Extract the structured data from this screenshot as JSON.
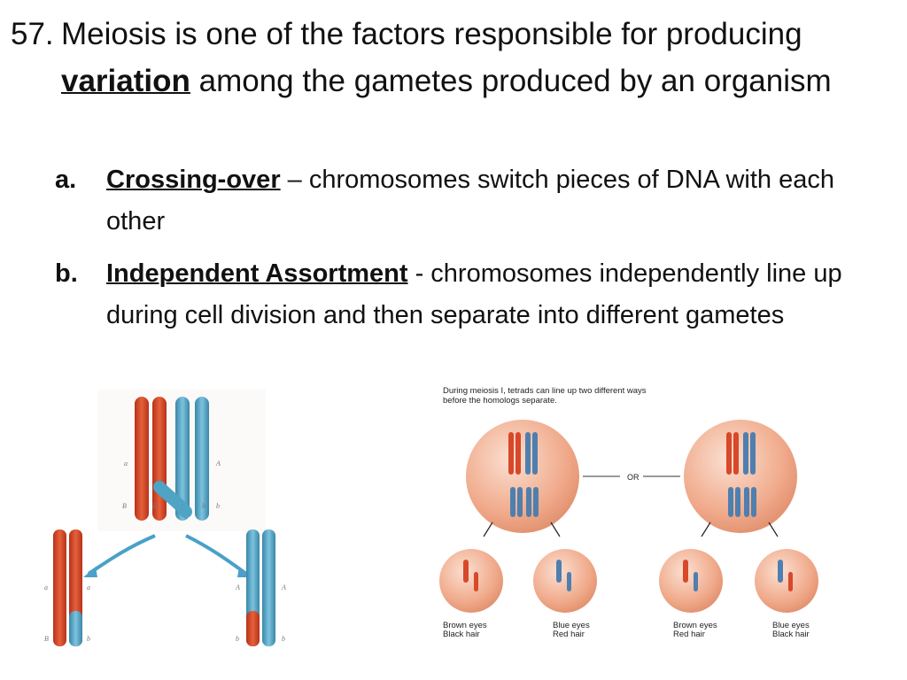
{
  "question": {
    "number": "57.",
    "text_before": "Meiosis is one of the factors responsible for producing ",
    "keyword": "variation",
    "text_after": " among the gametes produced by an organism"
  },
  "items": [
    {
      "marker": "a.",
      "term": "Crossing-over",
      "sep": " – ",
      "desc": "chromosomes switch pieces of DNA with each other"
    },
    {
      "marker": "b.",
      "term": "Independent Assortment",
      "sep": " - ",
      "desc": "chromosomes independently line up during cell division and then separate into different gametes"
    }
  ],
  "left_figure": {
    "labels": [
      "a",
      "A",
      "B",
      "B",
      "b",
      "b",
      "a",
      "a",
      "B",
      "b",
      "A",
      "A",
      "b",
      "b"
    ]
  },
  "right_figure": {
    "caption": "During meiosis I, tetrads can line up two different ways before the homologs separate.",
    "or_label": "OR",
    "outcomes": [
      {
        "line1": "Brown eyes",
        "line2": "Black hair"
      },
      {
        "line1": "Blue eyes",
        "line2": "Red hair"
      },
      {
        "line1": "Brown eyes",
        "line2": "Red hair"
      },
      {
        "line1": "Blue eyes",
        "line2": "Black hair"
      }
    ]
  },
  "colors": {
    "red_chromosome": "#d8482a",
    "blue_chromosome": "#4fa3c4",
    "cell": "#f3b49a"
  }
}
